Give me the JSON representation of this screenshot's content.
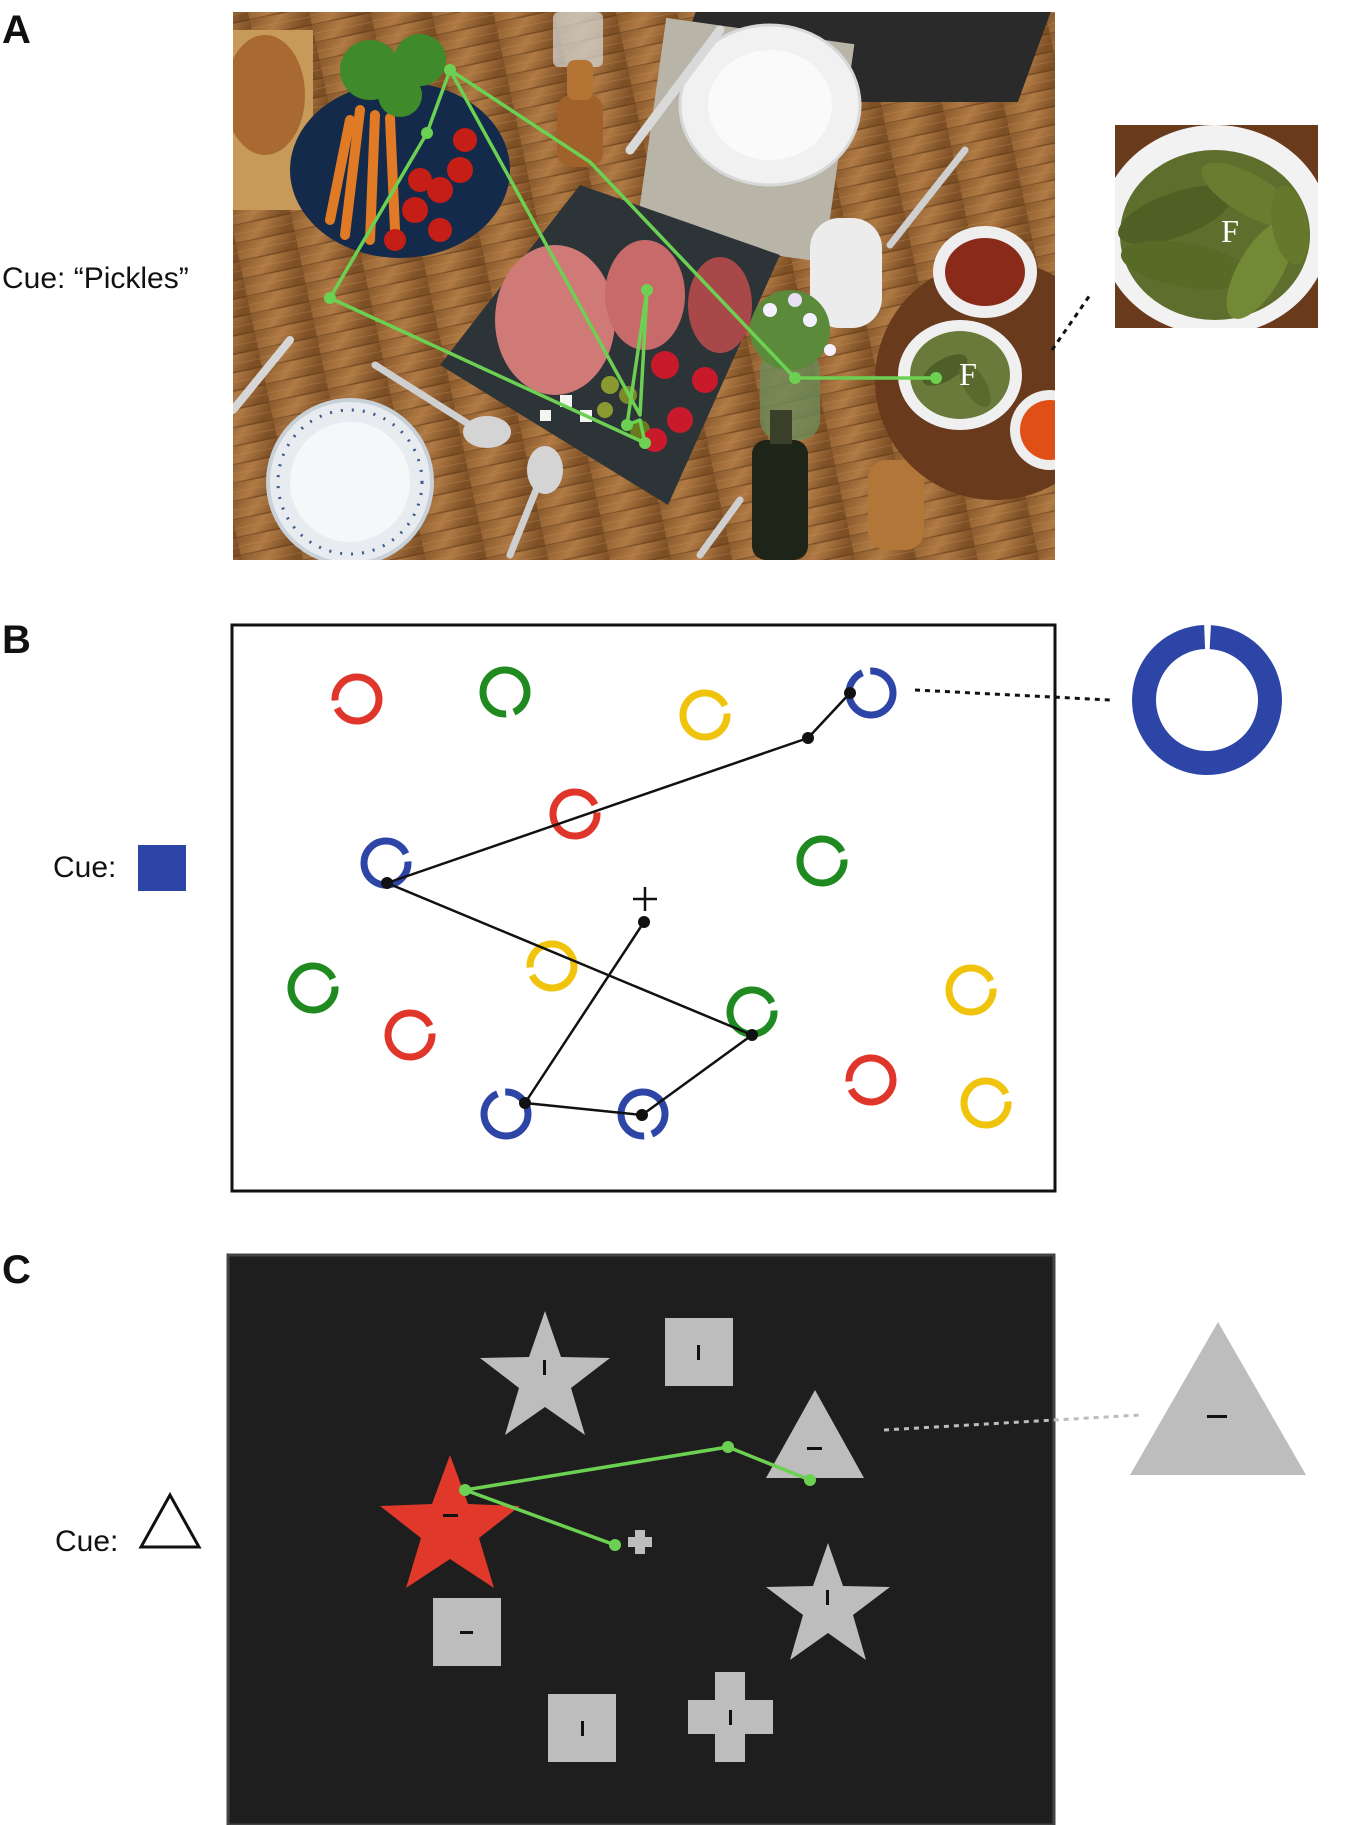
{
  "panels": [
    {
      "letter": "A",
      "cue_label": "Cue: “Pickles”",
      "target_label": "F",
      "zoom_label": "F"
    },
    {
      "letter": "B",
      "cue_label": "Cue:",
      "cue_color": "#2e45a8"
    },
    {
      "letter": "C",
      "cue_label": "Cue:"
    }
  ],
  "colors": {
    "gaze_green": "#6cd152",
    "ring_red": "#e0352b",
    "ring_green": "#1f8a1f",
    "ring_yellow": "#f0c40d",
    "ring_blue": "#2e45a8",
    "shape_gray": "#bdbdbd",
    "star_red": "#e0382a",
    "panel_dark": "#1e1e1e"
  }
}
